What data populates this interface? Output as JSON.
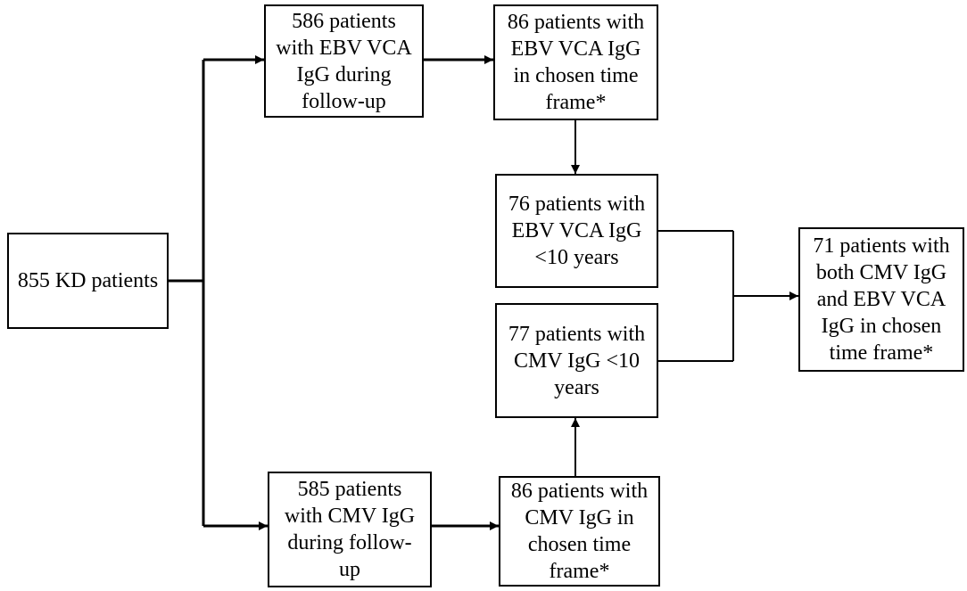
{
  "diagram": {
    "nodes": {
      "kd": {
        "label": "855 KD patients"
      },
      "ebv_followup": {
        "label": "586 patients\nwith EBV VCA\nIgG during\nfollow-up"
      },
      "ebv_timeframe": {
        "label": "86 patients with\nEBV VCA IgG\nin chosen time\nframe*"
      },
      "ebv_under10": {
        "label": "76 patients with\nEBV VCA IgG\n<10 years"
      },
      "both": {
        "label": "71 patients with\nboth CMV IgG\nand EBV VCA\nIgG in chosen\ntime frame*"
      },
      "cmv_under10": {
        "label": "77 patients with\nCMV IgG <10\nyears"
      },
      "cmv_followup": {
        "label": "585 patients\nwith CMV IgG\nduring follow-\nup"
      },
      "cmv_timeframe": {
        "label": "86 patients with\nCMV IgG in\nchosen time\nframe*"
      }
    }
  }
}
